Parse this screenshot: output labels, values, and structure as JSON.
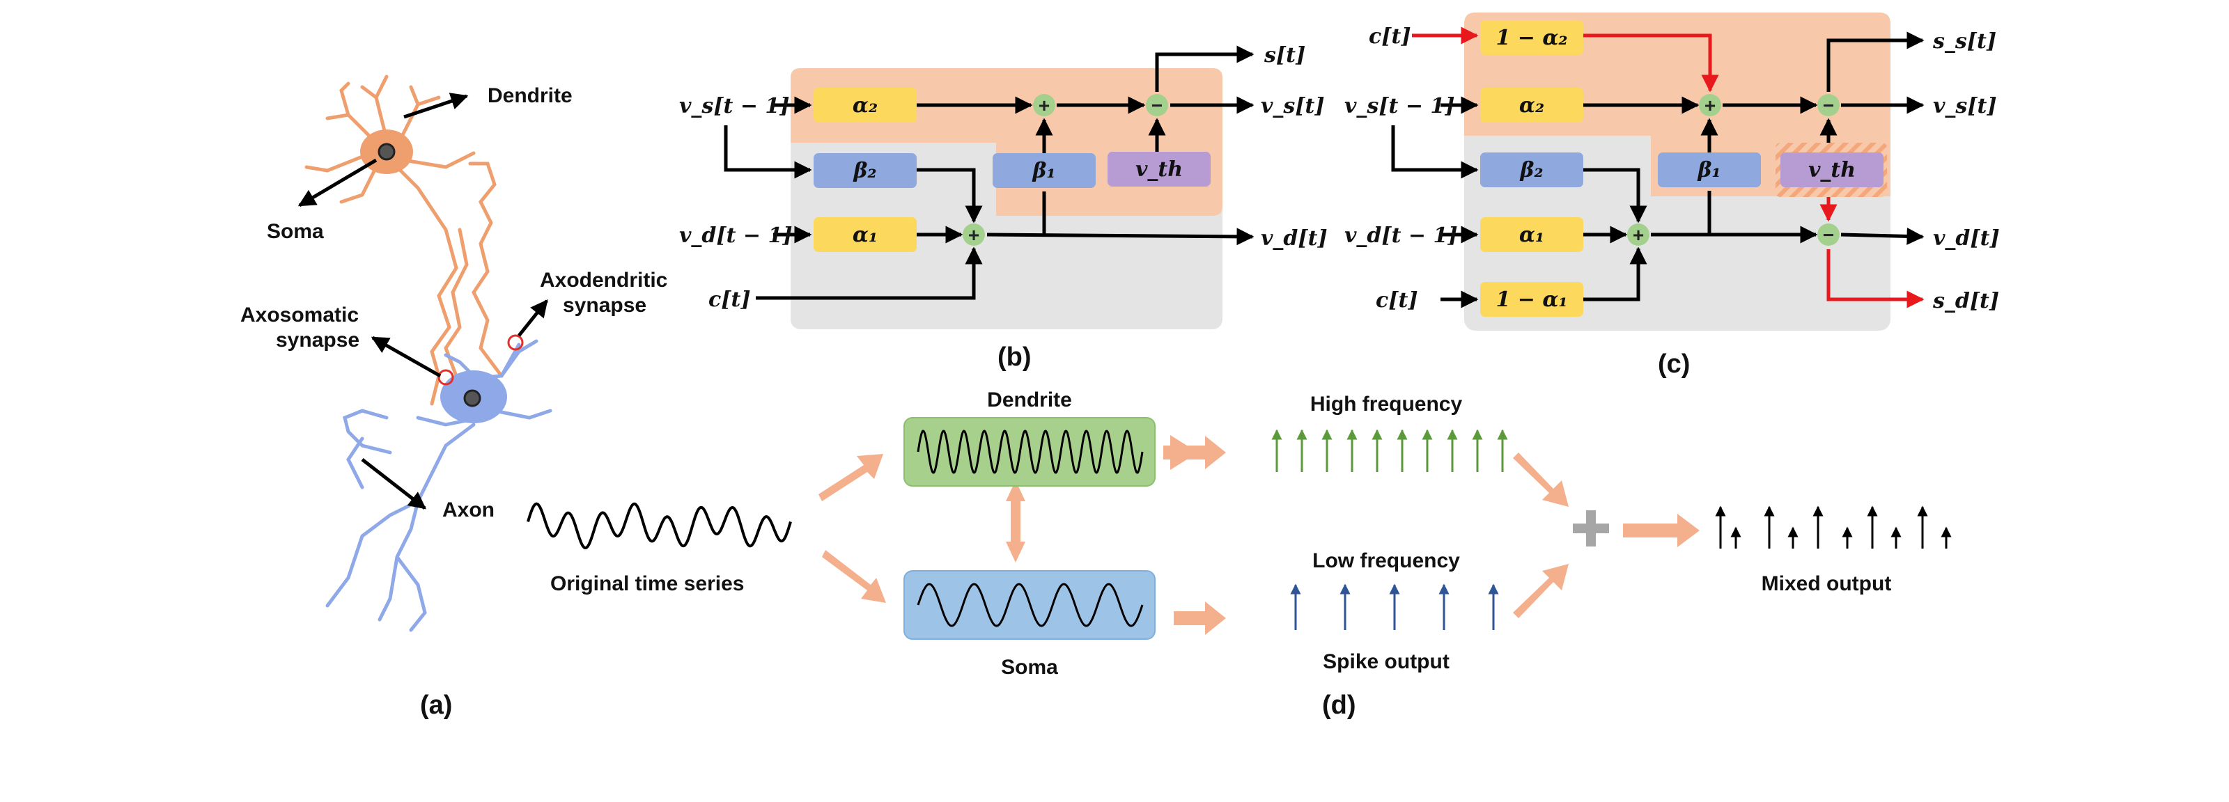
{
  "panel_a": {
    "caption": "(a)",
    "dendrite": "Dendrite",
    "soma": "Soma",
    "axosomatic": [
      "Axosomatic",
      "synapse"
    ],
    "axodendritic": [
      "Axodendritic",
      "synapse"
    ],
    "axon": "Axon",
    "colors": {
      "upper_neuron": "#ef9f6e",
      "lower_neuron": "#8ea8e8",
      "synapse_ring": "#e0302a"
    }
  },
  "panel_b": {
    "caption": "(b)",
    "inputs": {
      "vs_prev": "v_s[t − 1]",
      "vd_prev": "v_d[t − 1]",
      "c": "c[t]"
    },
    "outputs": {
      "s": "s[t]",
      "vs": "v_s[t]",
      "vd": "v_d[t]"
    },
    "boxes": {
      "alpha2": "α₂",
      "beta2": "β₂",
      "alpha1": "α₁",
      "beta1": "β₁",
      "vth": "v_th"
    },
    "ops": {
      "plus": "+",
      "minus": "−"
    }
  },
  "panel_c": {
    "caption": "(c)",
    "inputs": {
      "c_top": "c[t]",
      "vs_prev": "v_s[t − 1]",
      "vd_prev": "v_d[t − 1]",
      "c_bottom": "c[t]"
    },
    "outputs": {
      "ss": "s_s[t]",
      "vs": "v_s[t]",
      "vd": "v_d[t]",
      "sd": "s_d[t]"
    },
    "boxes": {
      "one_minus_alpha2": "1 − α₂",
      "alpha2": "α₂",
      "beta2": "β₂",
      "alpha1": "α₁",
      "one_minus_alpha1": "1 − α₁",
      "beta1": "β₁",
      "vth": "v_th"
    }
  },
  "panel_d": {
    "caption": "(d)",
    "original": "Original time series",
    "dendrite": "Dendrite",
    "soma": "Soma",
    "high": "High frequency",
    "low": "Low frequency",
    "spike": "Spike output",
    "mixed": "Mixed output"
  },
  "colors": {
    "soma_region": "#f7c9aa",
    "dendrite_region": "#e5e4e4",
    "yellow_box": "#fcd85d",
    "blue_box": "#8fa9df",
    "purple_box": "#b79bd3",
    "op_circle": "#a3d08c",
    "red_path": "#e8191c",
    "arrow_orange": "#f4b08d",
    "dendrite_wave_box": "#a8d08d",
    "soma_wave_box": "#9dc3e6",
    "high_spike": "#5a9a3a",
    "low_spike": "#2f5597"
  }
}
